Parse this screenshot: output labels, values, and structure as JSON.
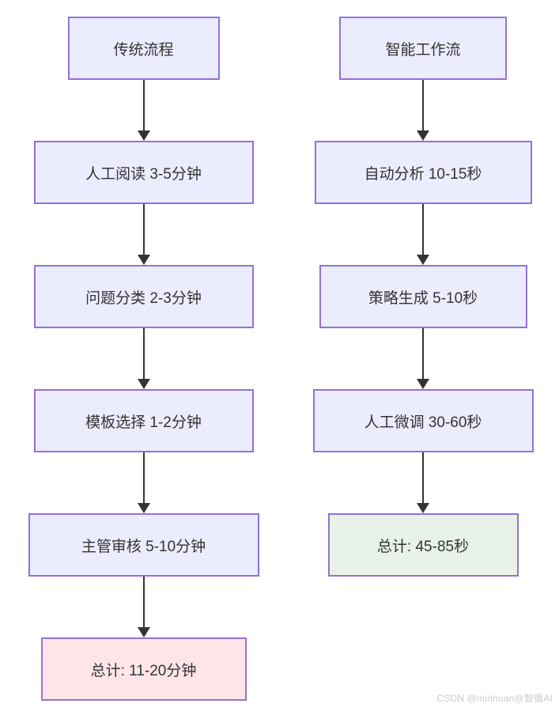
{
  "diagram": {
    "type": "flowchart",
    "direction": "top-down",
    "columns": {
      "traditional": {
        "header": "传统流程",
        "steps": [
          "人工阅读 3-5分钟",
          "问题分类 2-3分钟",
          "模板选择 1-2分钟",
          "主管审核 5-10分钟"
        ],
        "total": "总计: 11-20分钟"
      },
      "smart": {
        "header": "智能工作流",
        "steps": [
          "自动分析 10-15秒",
          "策略生成 5-10秒",
          "人工微调 30-60秒"
        ],
        "total": "总计: 45-85秒"
      }
    },
    "colors": {
      "node_fill": "#ECECFF",
      "node_border": "#9370DB",
      "node_text": "#333333",
      "total_traditional_fill": "#FFE5E8",
      "total_smart_fill": "#E8F2E8",
      "arrow": "#333333",
      "background": "#FFFFFF"
    }
  },
  "watermark": {
    "text": "CSDN @minhuan@智循AI",
    "color": "#CBCBCB"
  }
}
